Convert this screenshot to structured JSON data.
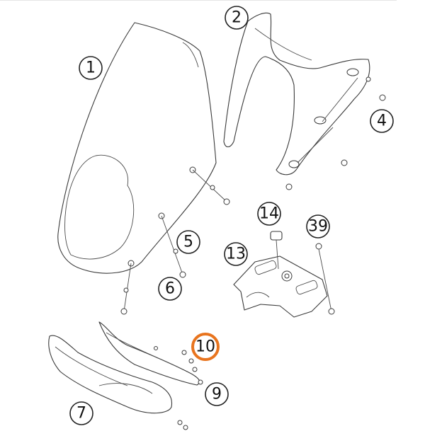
{
  "callouts": [
    {
      "id": "c1",
      "label": "1",
      "highlighted": false
    },
    {
      "id": "c2",
      "label": "2",
      "highlighted": false
    },
    {
      "id": "c4",
      "label": "4",
      "highlighted": false
    },
    {
      "id": "c5",
      "label": "5",
      "highlighted": false
    },
    {
      "id": "c6",
      "label": "6",
      "highlighted": false
    },
    {
      "id": "c7",
      "label": "7",
      "highlighted": false
    },
    {
      "id": "c9",
      "label": "9",
      "highlighted": false
    },
    {
      "id": "c10",
      "label": "10",
      "highlighted": true
    },
    {
      "id": "c13",
      "label": "13",
      "highlighted": false
    },
    {
      "id": "c14",
      "label": "14",
      "highlighted": false
    },
    {
      "id": "c39",
      "label": "39",
      "highlighted": false
    }
  ],
  "colors": {
    "highlight": "#e8741e",
    "line": "#3a3a3a"
  }
}
